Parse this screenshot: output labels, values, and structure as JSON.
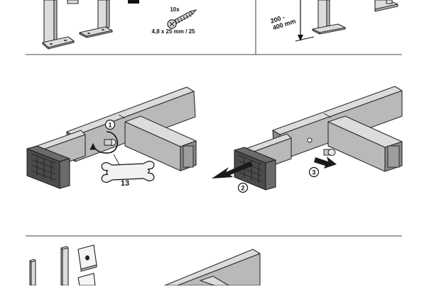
{
  "top_panel_left": {
    "screw": {
      "quantity": "10x",
      "size": "4,8 x 25 mm / 25",
      "icon": "wood-screw"
    }
  },
  "top_panel_right": {
    "height_range": "200 -\n400 mm"
  },
  "middle_panel": {
    "left_figure": {
      "step_number": "1",
      "wrench_size": "13",
      "icons": [
        "open-end-wrench",
        "hex-bolt",
        "rotation-arrow"
      ]
    },
    "right_figure": {
      "step_pull": "2",
      "step_remove_bolt": "3",
      "icons": [
        "pull-arrow",
        "remove-arrow",
        "hex-bolt"
      ]
    }
  },
  "bottom_panel": {
    "icons": [
      "rod-short",
      "rod-long",
      "square-plate",
      "square-plate",
      "t-frame"
    ]
  },
  "colors": {
    "steel": "#b9b9b9",
    "steel_highlight": "#dcdcdc",
    "end_cap": "#4b4b4b",
    "arrow": "#1a1a1a",
    "rule": "#444444"
  }
}
